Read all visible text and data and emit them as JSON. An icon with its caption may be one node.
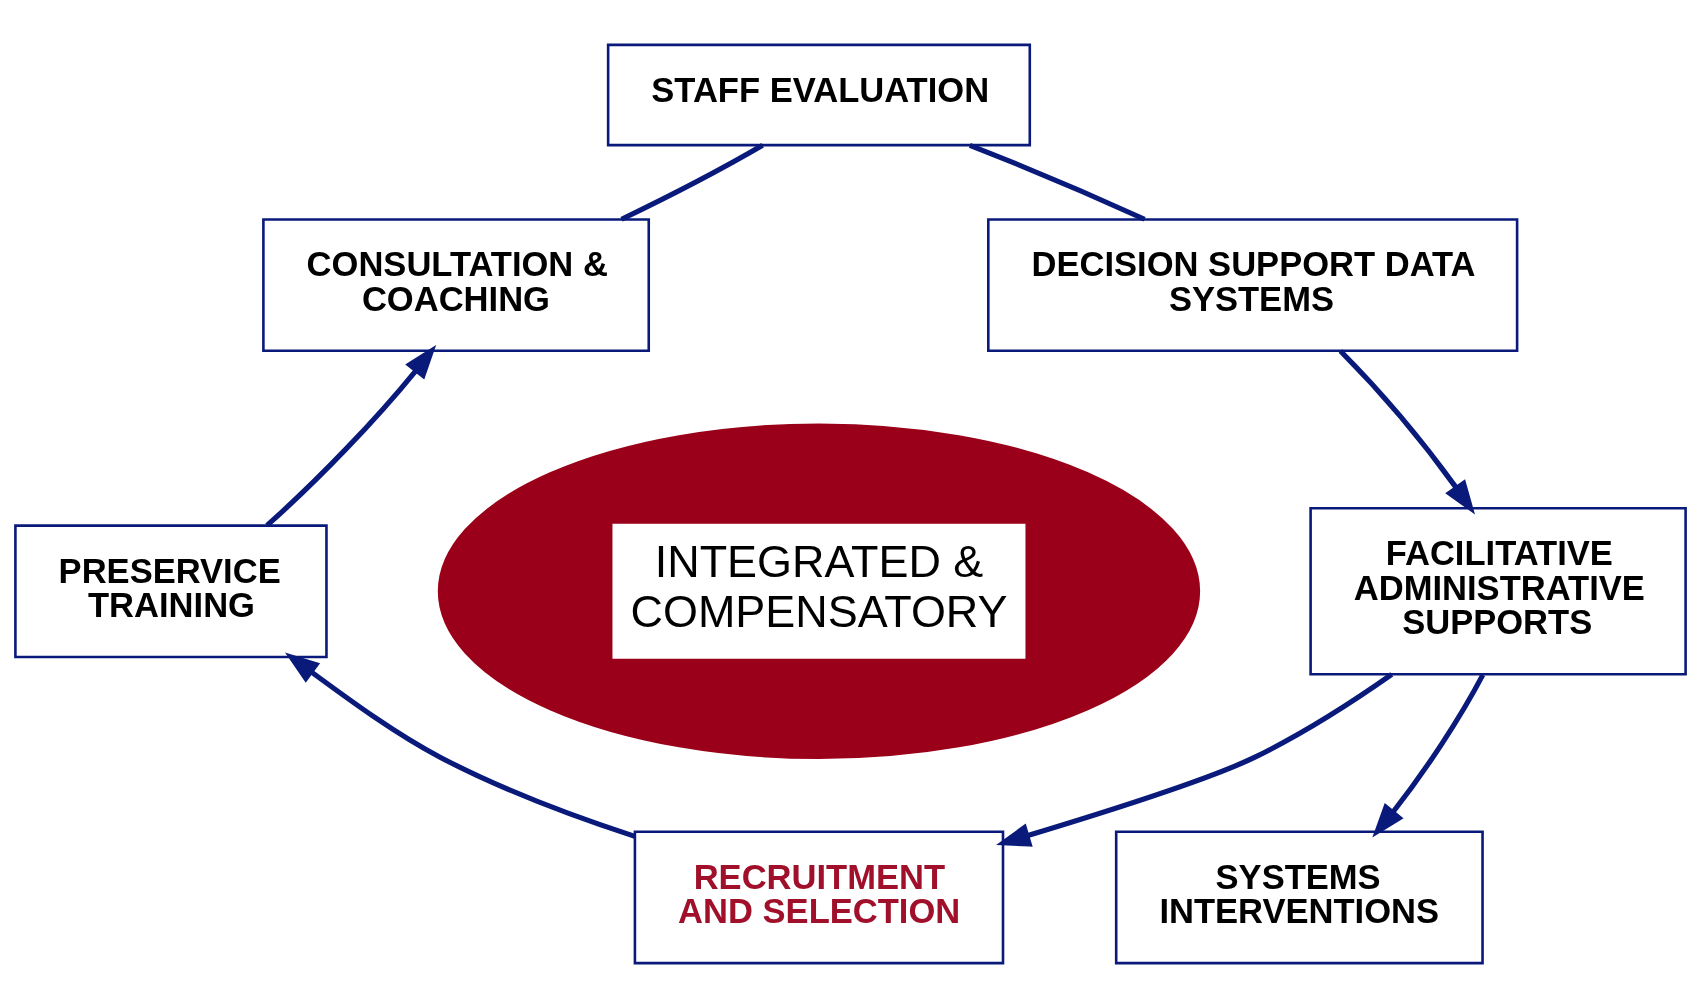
{
  "diagram": {
    "nodes": [
      {
        "text": [
          "STAFF EVALUATION"
        ]
      },
      {
        "text": [
          "CONSULTATION & COACHING"
        ]
      },
      {
        "text": [
          "DECISION SUPPORT DATA SYSTEMS"
        ]
      },
      {
        "text": [
          "INTEGRATED & COMPENSATORY"
        ]
      },
      {
        "text": [
          "PRESERVICE TRAINING"
        ]
      },
      {
        "text": [
          "FACILITATIVE ADMINISTRATIVE SUPPORTS"
        ]
      },
      {
        "text": [
          "RECRUITMENT AND SELECTION"
        ]
      },
      {
        "text": [
          "SYSTEMS INTERVENTIONS"
        ]
      }
    ],
    "edges": [
      {
        "from": 1,
        "to": 0,
        "arrow": "none"
      },
      {
        "from": 0,
        "to": 2,
        "arrow": "none"
      },
      {
        "from": 2,
        "to": 5,
        "arrow": "to"
      },
      {
        "from": 5,
        "to": 6,
        "arrow": "to"
      },
      {
        "from": 5,
        "to": 7,
        "arrow": "to"
      },
      {
        "from": 6,
        "to": 4,
        "arrow": "to"
      },
      {
        "from": 4,
        "to": 1,
        "arrow": "to"
      }
    ]
  }
}
